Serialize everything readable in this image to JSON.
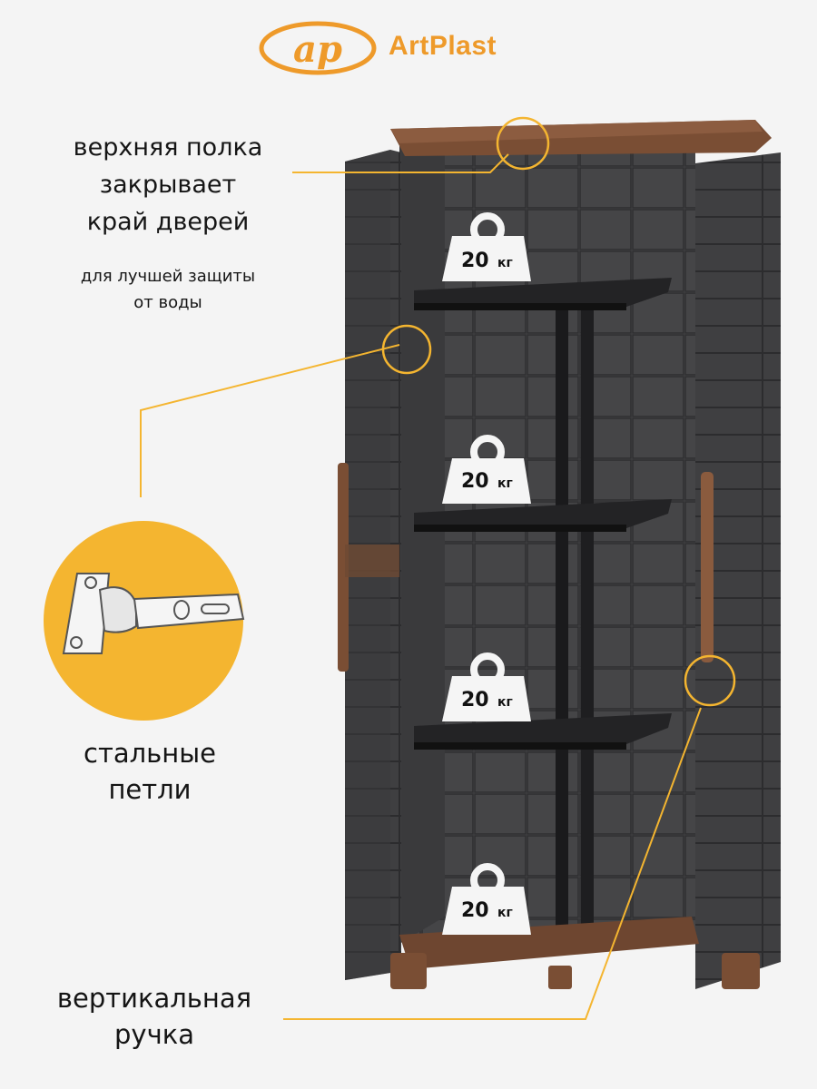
{
  "brand": {
    "name": "ArtPlast",
    "emblem_text": "ap",
    "color": "#ee9a2a"
  },
  "callouts": {
    "top_shelf": [
      "верхняя полка",
      "закрывает",
      "край дверей"
    ],
    "top_shelf_note": [
      "для лучшей защиты",
      "от воды"
    ],
    "hinges": [
      "стальные",
      "петли"
    ],
    "handle": [
      "вертикальная",
      "ручка"
    ]
  },
  "weight_badges": [
    {
      "value": "20",
      "unit": "кг"
    },
    {
      "value": "20",
      "unit": "кг"
    },
    {
      "value": "20",
      "unit": "кг"
    },
    {
      "value": "20",
      "unit": "кг"
    }
  ],
  "colors": {
    "accent": "#f4b530",
    "cabinet": "#3d3d3f",
    "trim": "#7a4e34",
    "shelf": "#222224"
  }
}
